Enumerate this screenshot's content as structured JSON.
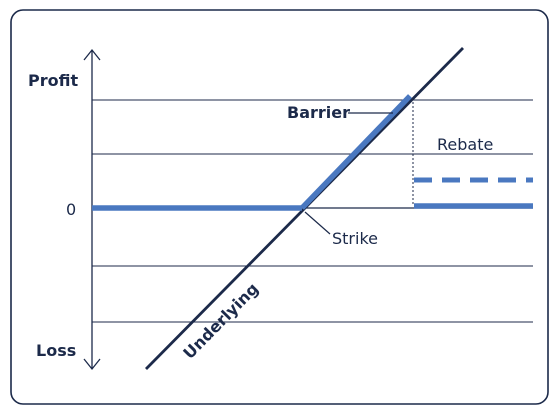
{
  "labels": {
    "profit": "Profit",
    "loss": "Loss",
    "zero": "0",
    "barrier": "Barrier",
    "rebate": "Rebate",
    "strike": "Strike",
    "underlying": "Underlying"
  },
  "colors": {
    "payoff": "#4a78c0",
    "ink": "#1c2a4a",
    "grid": "#1c2a4a",
    "frame": "#1c2a4a"
  }
}
